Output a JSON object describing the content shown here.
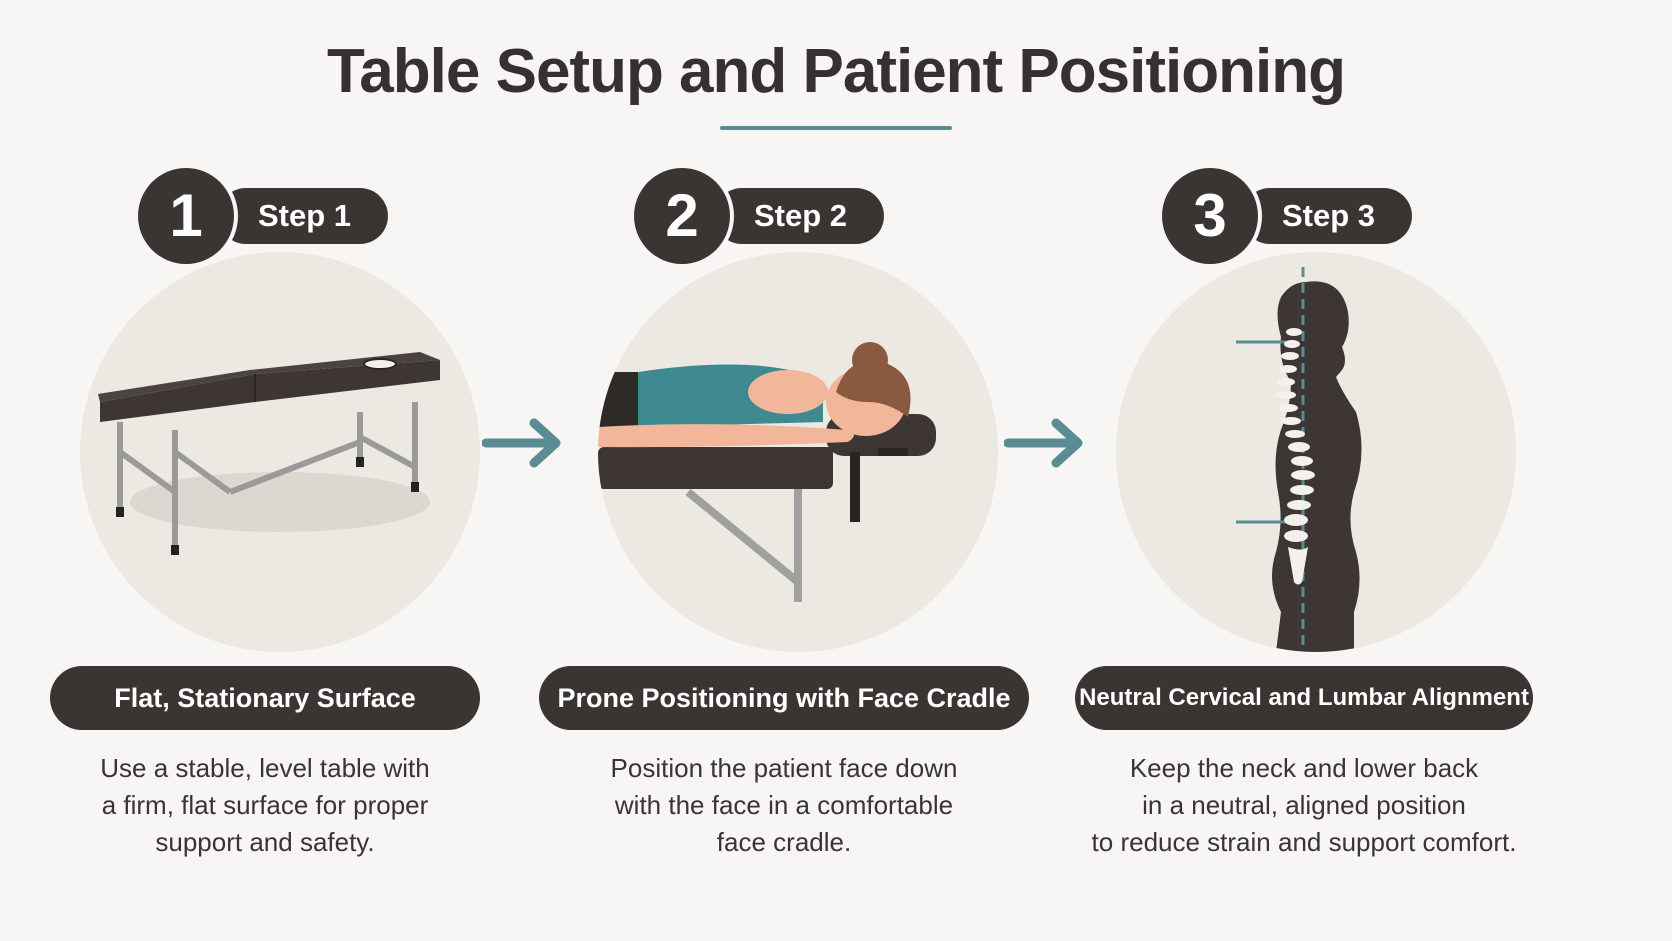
{
  "title": "Table Setup and Patient Positioning",
  "accent_color": "#5a8c94",
  "dark_color": "#3a3432",
  "steps": [
    {
      "number": "1",
      "step_label": "Step 1",
      "label": "Flat, Stationary Surface",
      "description_lines": [
        "Use a stable, level table with",
        "a firm, flat surface for proper",
        "support and safety."
      ],
      "illustration": "massage-table-icon"
    },
    {
      "number": "2",
      "step_label": "Step 2",
      "label": "Prone Positioning with Face Cradle",
      "description_lines": [
        "Position the patient face down",
        "with the face in a comfortable",
        "face cradle."
      ],
      "illustration": "prone-patient-icon"
    },
    {
      "number": "3",
      "step_label": "Step 3",
      "label": "Neutral Cervical and Lumbar Alignment",
      "description_lines": [
        "Keep the neck and lower back",
        "in a neutral, aligned position",
        "to reduce strain and support comfort."
      ],
      "illustration": "spine-alignment-icon"
    }
  ],
  "arrows": [
    "arrow-right-icon",
    "arrow-right-icon"
  ]
}
